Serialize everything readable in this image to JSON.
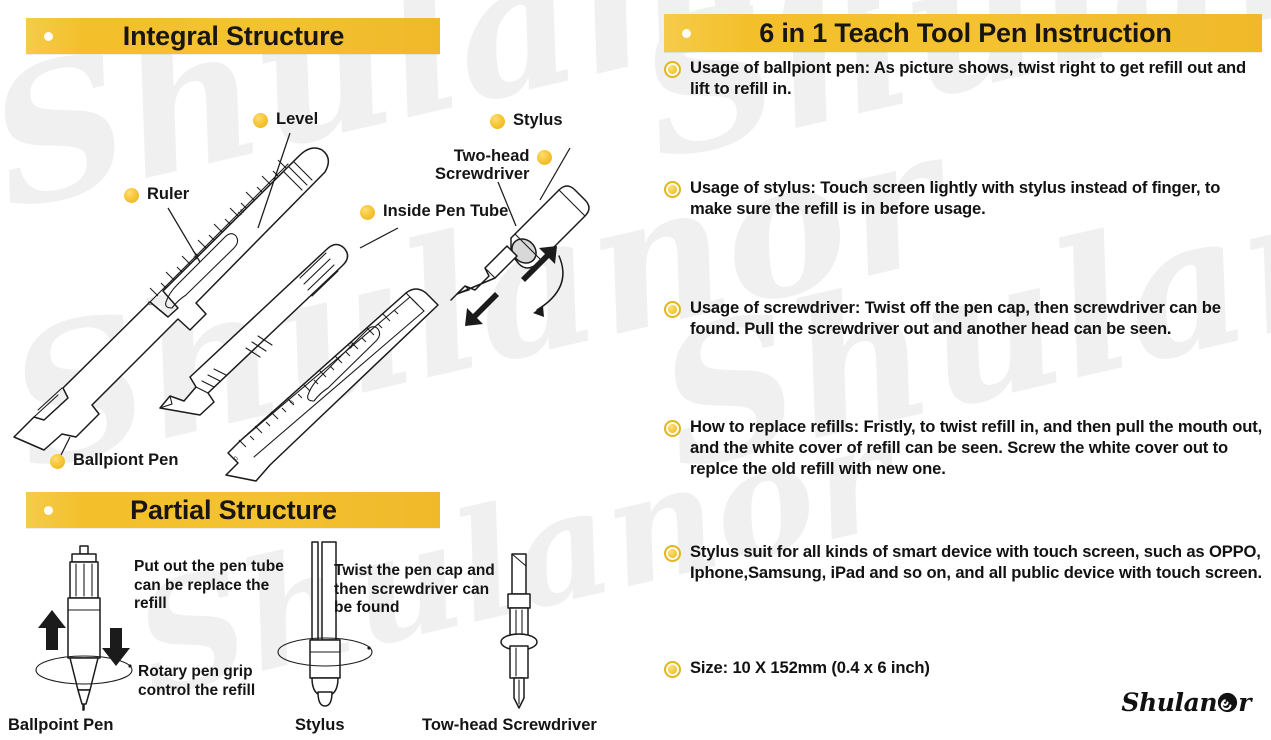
{
  "theme": {
    "accent_yellow": "#F3C02B",
    "bullet_yellow": "#F6C93C",
    "ink": "#1B1B1B",
    "watermark_gray": "#F0F0F0",
    "background": "#FFFFFF"
  },
  "watermark": {
    "text": "Shulanor",
    "brand": "Shulanor"
  },
  "left_panel": {
    "integral_section": {
      "bar_title": "Integral Structure",
      "bar_dot_icon": "white-dot-icon",
      "callouts": [
        {
          "id": "level",
          "label": "Level"
        },
        {
          "id": "stylus",
          "label": "Stylus"
        },
        {
          "id": "ruler",
          "label": "Ruler"
        },
        {
          "id": "two_head",
          "label": "Two-head\nScrewdriver"
        },
        {
          "id": "inside",
          "label": "Inside Pen Tube"
        },
        {
          "id": "ballpoint",
          "label": "Ballpiont Pen"
        }
      ]
    },
    "partial_section": {
      "bar_title": "Partial Structure",
      "bar_dot_icon": "white-dot-icon",
      "notes": [
        "Put out the pen tube\ncan be replace the\nrefill",
        "Rotary pen grip\ncontrol the refill",
        "Twist the pen cap and\nthen screwdriver can\nbe found"
      ],
      "captions": [
        "Ballpoint Pen",
        "Stylus",
        "Tow-head Screwdriver"
      ]
    }
  },
  "right_panel": {
    "bar_title": "6 in 1 Teach Tool Pen Instruction",
    "bar_dot_icon": "white-dot-icon",
    "instructions": [
      "Usage of ballpiont pen: As picture shows, twist right to get refill out and lift to refill in.",
      "Usage of stylus: Touch screen lightly with stylus instead of finger, to make sure the refill is in before usage.",
      "Usage of screwdriver: Twist off the pen cap, then screwdriver can be found. Pull the screwdriver out and another head can be seen.",
      "How to replace refills: Fristly, to twist refill in, and then pull the mouth out, and the white cover of refill can be seen. Screw the white cover out to replce the old refill with new one.",
      "Stylus suit for all kinds of smart device with touch screen, such as OPPO, Iphone,Samsung, iPad and so on, and all public device with touch screen.",
      "Size: 10 X 152mm (0.4 x 6 inch)"
    ],
    "brand": "Shulan"
  }
}
